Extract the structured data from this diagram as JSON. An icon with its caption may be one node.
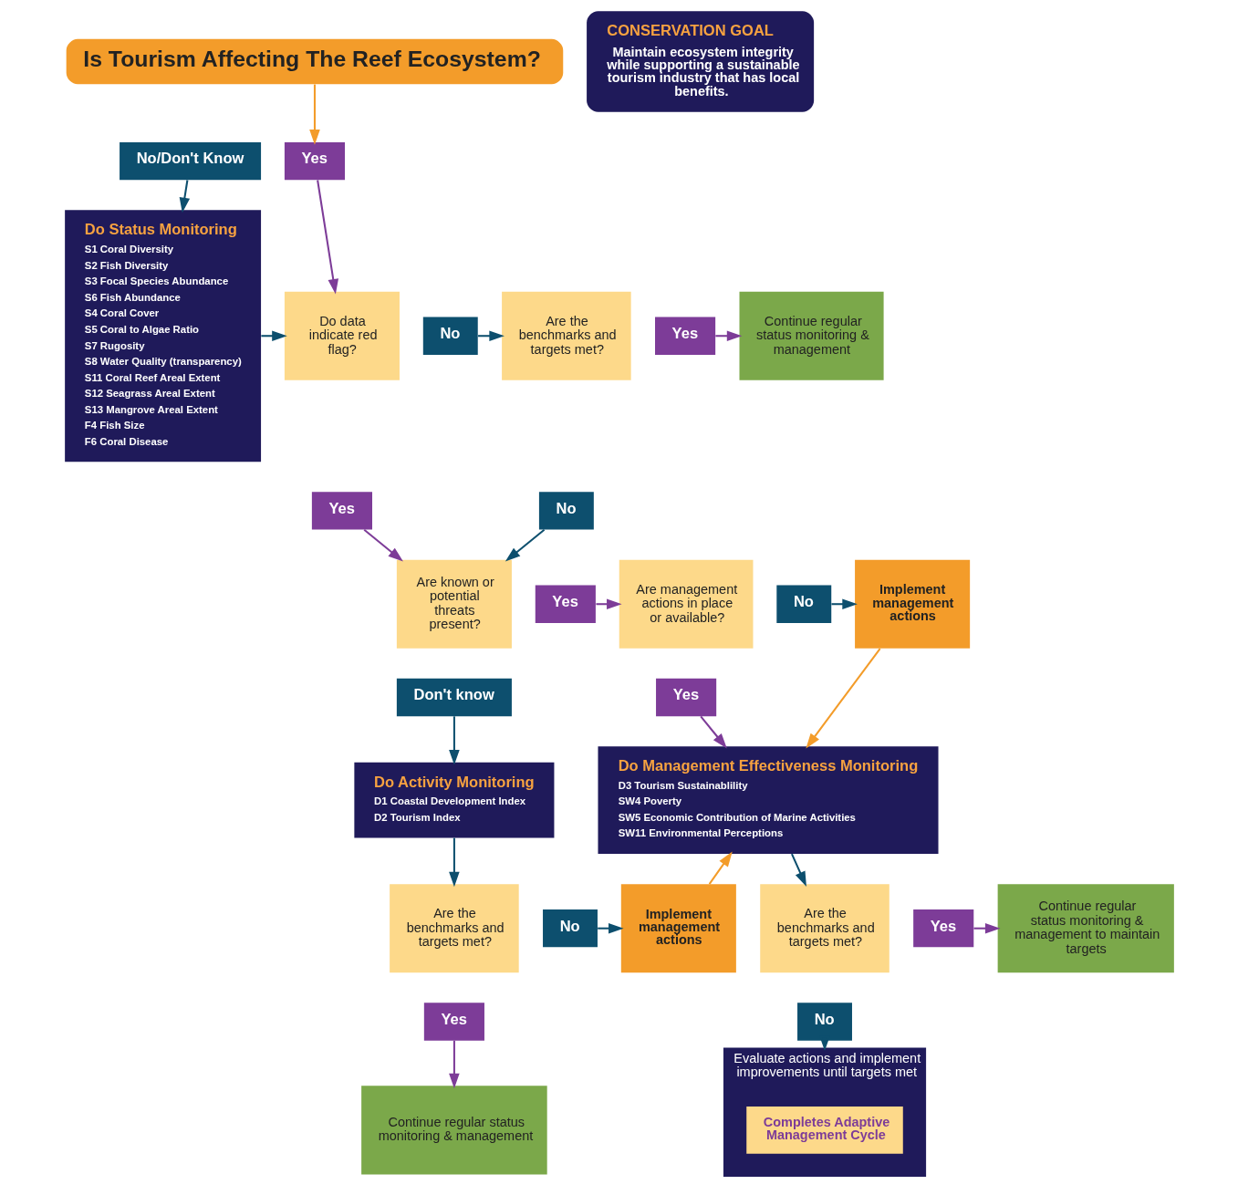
{
  "diagram": {
    "nodes": [
      {
        "text": [
          "Is Tourism Affecting The Reef Ecosystem?"
        ]
      },
      {
        "text": [
          "CONSERVATION GOAL",
          "Maintain ecosystem integrity while supporting a sustainable tourism industry that has local benefits."
        ]
      },
      {
        "text": [
          "No/Don't Know"
        ]
      },
      {
        "text": [
          "Yes"
        ]
      },
      {
        "text": [
          "Do Status Monitoring",
          "S1 Coral Diversity",
          "S2 Fish Diversity",
          "S3 Focal Species Abundance",
          "S6 Fish Abundance",
          "S4 Coral Cover",
          "S5 Coral to Algae Ratio",
          "S7 Rugosity",
          "S8 Water Quality (transparency)",
          "S11 Coral Reef Areal Extent",
          "S12 Seagrass Areal Extent",
          "S13 Mangrove Areal Extent",
          "F4 Fish Size",
          "F6 Coral Disease"
        ]
      },
      {
        "text": [
          "Do data indicate red flag?"
        ]
      },
      {
        "text": [
          "No"
        ]
      },
      {
        "text": [
          "Yes"
        ]
      },
      {
        "text": [
          "Are the benchmarks and targets met?"
        ]
      },
      {
        "text": [
          "Yes"
        ]
      },
      {
        "text": [
          "No"
        ]
      },
      {
        "text": [
          "Continue regular status monitoring & management"
        ]
      },
      {
        "text": [
          "Are known or potential threats present?"
        ]
      },
      {
        "text": [
          "Yes"
        ]
      },
      {
        "text": [
          "Don't know"
        ]
      },
      {
        "text": [
          "Are management actions in place or available?"
        ]
      },
      {
        "text": [
          "No"
        ]
      },
      {
        "text": [
          "Yes"
        ]
      },
      {
        "text": [
          "Implement management actions"
        ]
      },
      {
        "text": [
          "Do Activity Monitoring",
          "D1 Coastal Development Index",
          "D2 Tourism Index"
        ]
      },
      {
        "text": [
          "Do Management Effectiveness Monitoring",
          "D3 Tourism Sustainablility",
          "SW4 Poverty",
          "SW5 Economic Contribution of Marine Activities",
          "SW11 Environmental Perceptions"
        ]
      },
      {
        "text": [
          "Are the benchmarks and targets met?"
        ]
      },
      {
        "text": [
          "No"
        ]
      },
      {
        "text": [
          "Yes"
        ]
      },
      {
        "text": [
          "Implement management actions"
        ]
      },
      {
        "text": [
          "Continue regular status monitoring & management"
        ]
      },
      {
        "text": [
          "Are the benchmarks and targets met?"
        ]
      },
      {
        "text": [
          "Yes"
        ]
      },
      {
        "text": [
          "No"
        ]
      },
      {
        "text": [
          "Continue regular status monitoring & management to maintain targets"
        ]
      },
      {
        "text": [
          "Evaluate actions and implement improvements until targets met"
        ]
      },
      {
        "text": [
          "Completes Adaptive Management Cycle"
        ],
        "in": 30
      }
    ],
    "edges": [
      {
        "from": 0,
        "to": 3,
        "arrow": "to",
        "color": "#f39c2a"
      },
      {
        "from": 2,
        "to": 4,
        "arrow": "to"
      },
      {
        "from": 3,
        "to": 5,
        "arrow": "to",
        "color": "#7d3c98"
      },
      {
        "from": 4,
        "to": 5,
        "arrow": "to"
      },
      {
        "from": 6,
        "to": 8,
        "arrow": "to"
      },
      {
        "from": 9,
        "to": 11,
        "arrow": "to",
        "color": "#7d3c98"
      },
      {
        "from": 7,
        "to": 12,
        "arrow": "to",
        "color": "#7d3c98"
      },
      {
        "from": 10,
        "to": 12,
        "arrow": "to"
      },
      {
        "from": 13,
        "to": 15,
        "arrow": "to",
        "color": "#7d3c98"
      },
      {
        "from": 16,
        "to": 18,
        "arrow": "to"
      },
      {
        "from": 17,
        "to": 20,
        "arrow": "to",
        "color": "#7d3c98"
      },
      {
        "from": 18,
        "to": 20,
        "arrow": "to",
        "color": "#f39c2a"
      },
      {
        "from": 14,
        "to": 19,
        "arrow": "to"
      },
      {
        "from": 19,
        "to": 21,
        "arrow": "to"
      },
      {
        "from": 22,
        "to": 24,
        "arrow": "to"
      },
      {
        "from": 23,
        "to": 25,
        "arrow": "to",
        "color": "#7d3c98"
      },
      {
        "from": 24,
        "to": 20,
        "arrow": "to",
        "color": "#f39c2a"
      },
      {
        "from": 20,
        "to": 26,
        "arrow": "to"
      },
      {
        "from": 27,
        "to": 29,
        "arrow": "to",
        "color": "#7d3c98"
      },
      {
        "from": 28,
        "to": 30,
        "arrow": "to"
      }
    ]
  }
}
